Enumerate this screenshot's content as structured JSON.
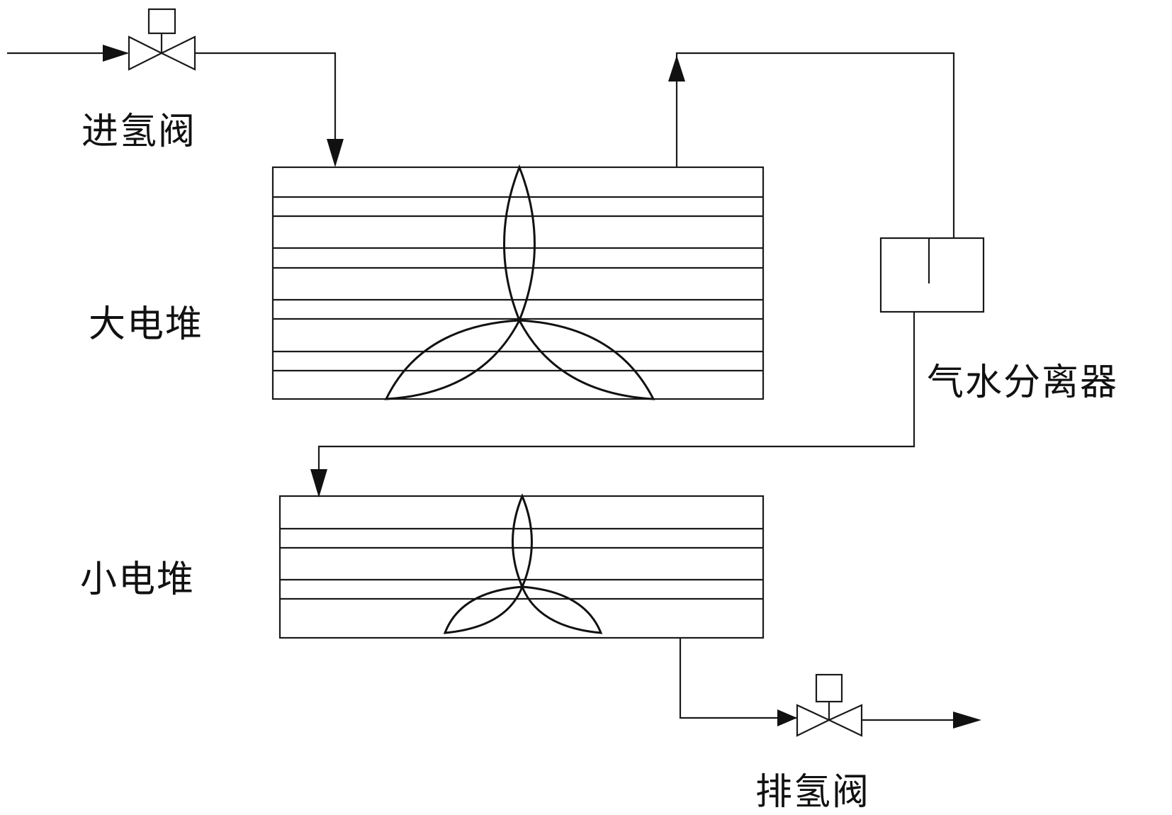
{
  "labels": {
    "inlet_valve": "进氢阀",
    "large_stack": "大电堆",
    "small_stack": "小电堆",
    "separator": "气水分离器",
    "purge_valve": "排氢阀"
  },
  "components": [
    {
      "id": "inlet_valve",
      "type": "solenoid-valve"
    },
    {
      "id": "large_stack",
      "type": "fuel-cell-stack",
      "plate_lines": 9
    },
    {
      "id": "separator",
      "type": "gas-water-separator"
    },
    {
      "id": "small_stack",
      "type": "fuel-cell-stack",
      "plate_lines": 5
    },
    {
      "id": "purge_valve",
      "type": "solenoid-valve"
    }
  ],
  "flows": [
    {
      "from": "hydrogen-supply",
      "to": "inlet_valve"
    },
    {
      "from": "inlet_valve",
      "to": "large_stack"
    },
    {
      "from": "large_stack",
      "to": "separator"
    },
    {
      "from": "separator",
      "to": "small_stack"
    },
    {
      "from": "small_stack",
      "to": "purge_valve"
    },
    {
      "from": "purge_valve",
      "to": "exhaust"
    }
  ],
  "colors": {
    "line": "#1a1a1a",
    "background": "#ffffff"
  }
}
